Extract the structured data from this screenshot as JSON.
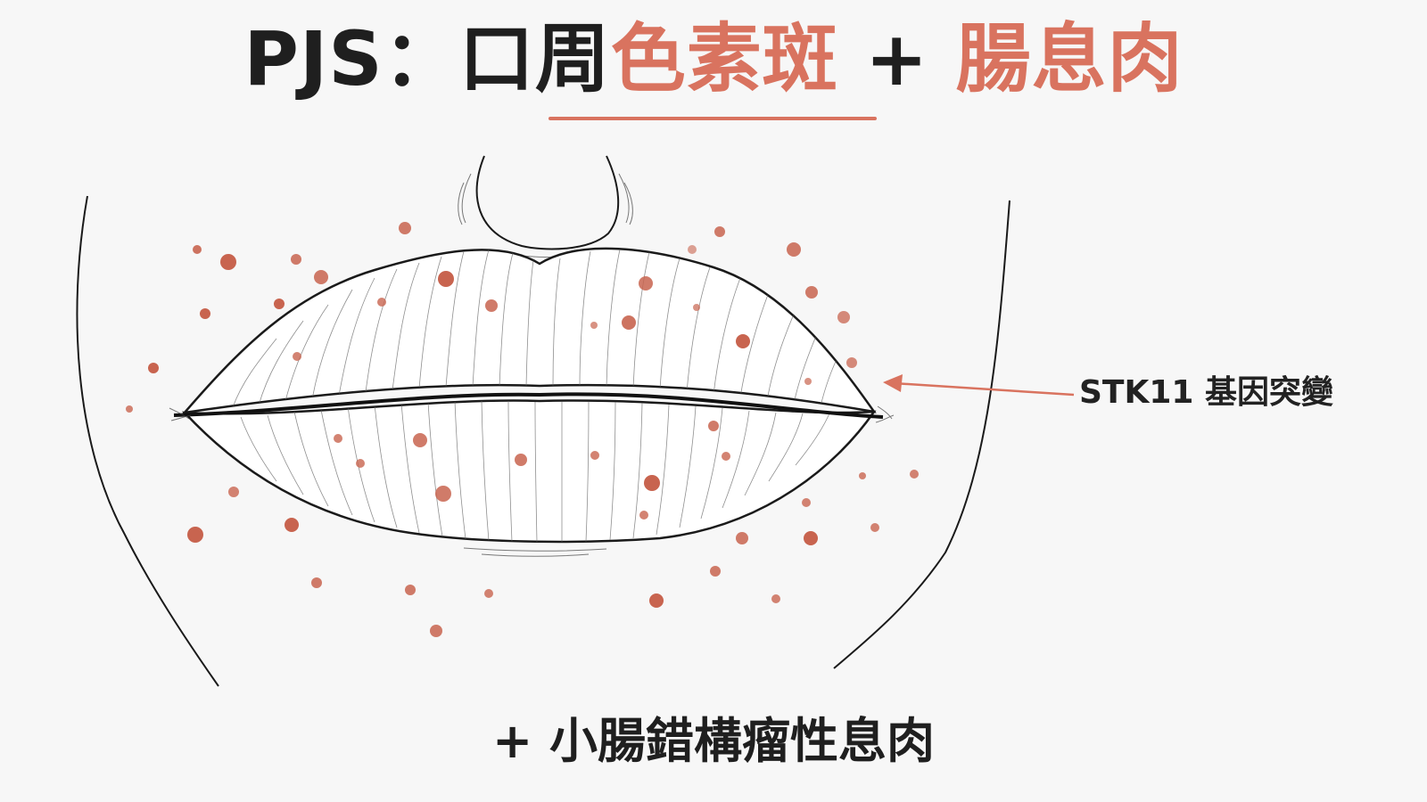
{
  "title": {
    "prefix": "PJS：口周",
    "highlight_1": "色素斑",
    "joiner": " + ",
    "highlight_2": "腸息肉"
  },
  "callout": {
    "label": "STK11 基因突變"
  },
  "footer": {
    "text": "+ 小腸錯構瘤性息肉"
  },
  "colors": {
    "accent": "#d9735f",
    "freckle": "#c8644f",
    "line": "#1a1a1a"
  }
}
